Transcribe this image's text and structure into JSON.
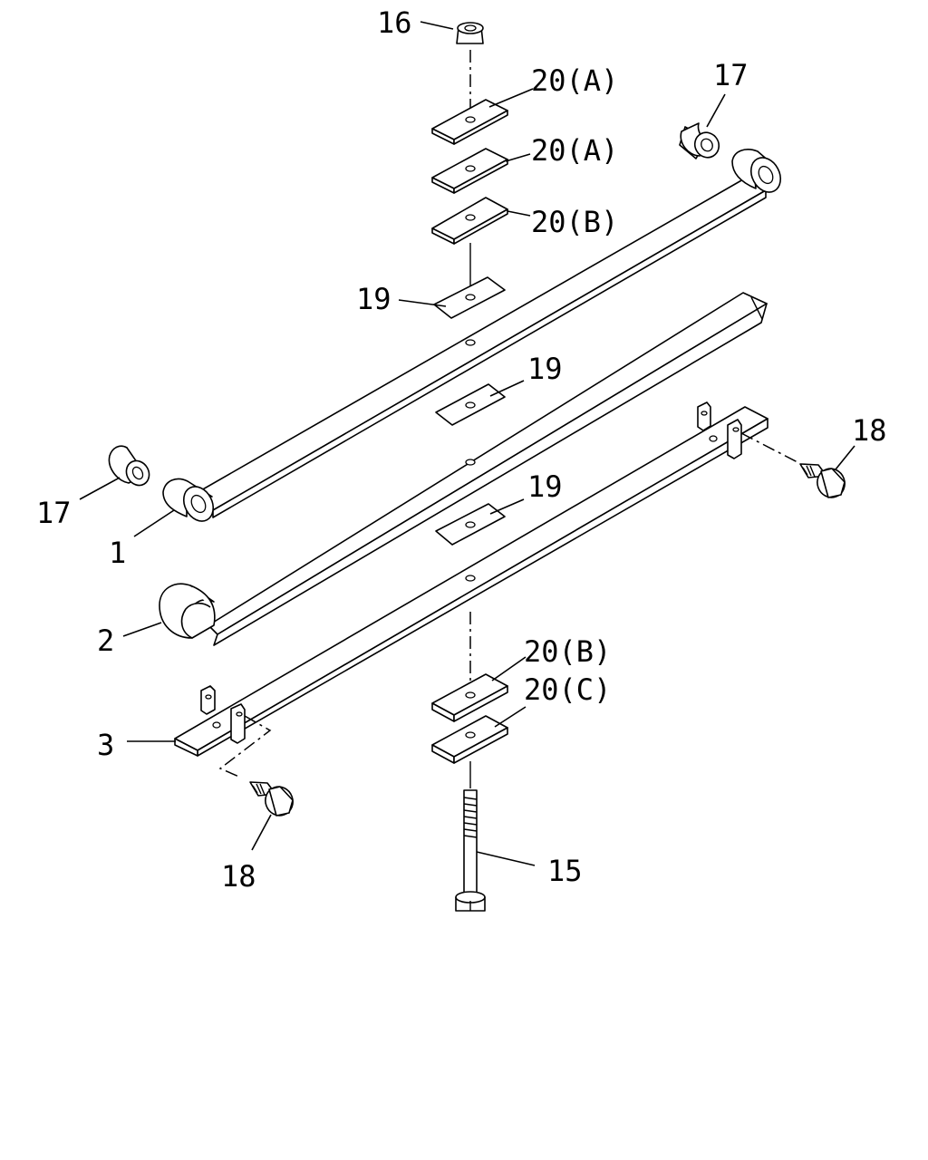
{
  "diagram": {
    "callouts": {
      "p16": "16",
      "p20a_1": "20(A)",
      "p20a_2": "20(A)",
      "p20b_1": "20(B)",
      "p17_top": "17",
      "p19_1": "19",
      "p19_2": "19",
      "p19_3": "19",
      "p18_right": "18",
      "p17_left": "17",
      "p1": "1",
      "p2": "2",
      "p3": "3",
      "p20b_2": "20(B)",
      "p20c": "20(C)",
      "p18_bottom": "18",
      "p15": "15"
    }
  }
}
